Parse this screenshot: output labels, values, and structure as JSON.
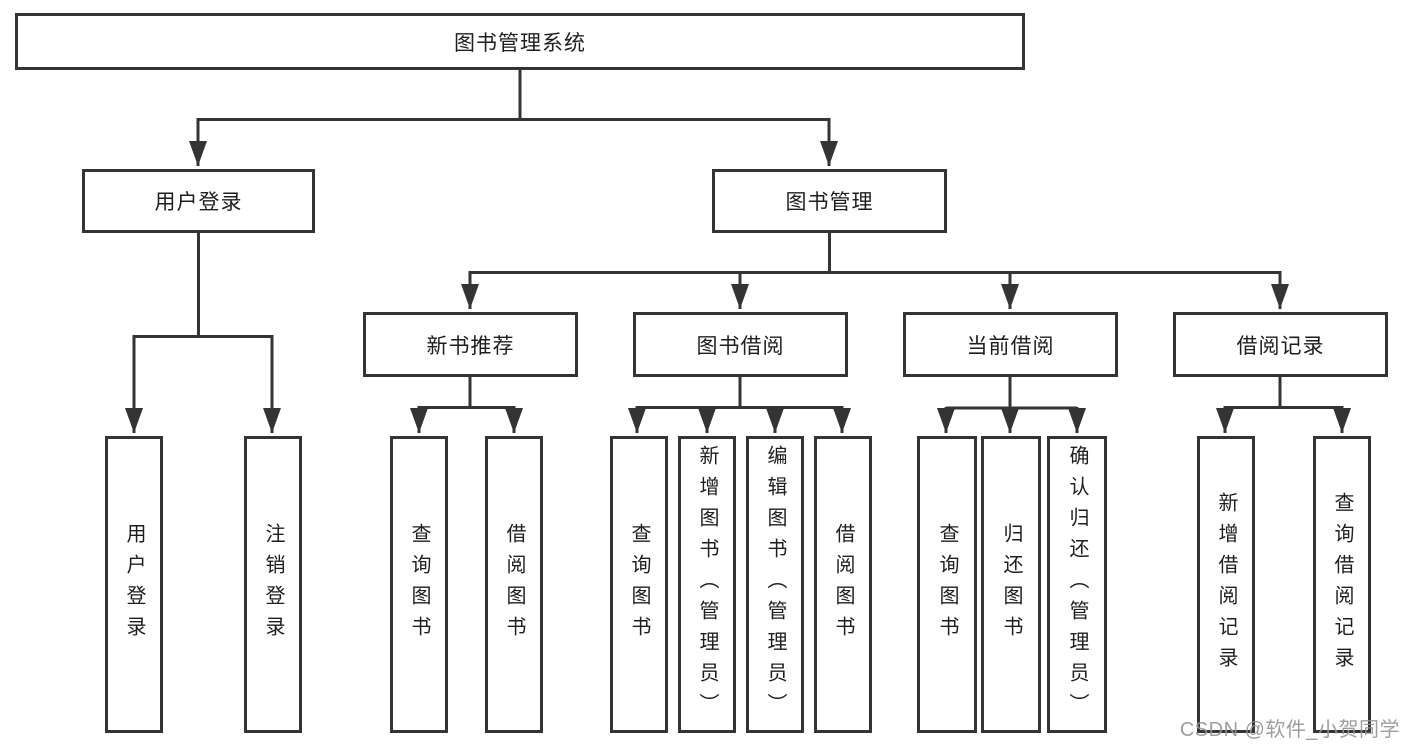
{
  "diagram_title": "图书管理系统",
  "nodes": {
    "root": {
      "label": "图书管理系统",
      "parent": null
    },
    "user_login": {
      "label": "用户登录",
      "parent": "root"
    },
    "book_mgmt": {
      "label": "图书管理",
      "parent": "root"
    },
    "nbr": {
      "label": "新书推荐",
      "parent": "book_mgmt"
    },
    "bb": {
      "label": "图书借阅",
      "parent": "book_mgmt"
    },
    "cb": {
      "label": "当前借阅",
      "parent": "book_mgmt"
    },
    "br": {
      "label": "借阅记录",
      "parent": "book_mgmt"
    },
    "login": {
      "label": "用户登录",
      "parent": "user_login"
    },
    "logout": {
      "label": "注销登录",
      "parent": "user_login"
    },
    "nbr_query": {
      "label": "查询图书",
      "parent": "nbr"
    },
    "nbr_borrow": {
      "label": "借阅图书",
      "parent": "nbr"
    },
    "bb_query": {
      "label": "查询图书",
      "parent": "bb"
    },
    "bb_add": {
      "label": "新增图书（管理员）",
      "parent": "bb"
    },
    "bb_edit": {
      "label": "编辑图书（管理员）",
      "parent": "bb"
    },
    "bb_borrow": {
      "label": "借阅图书",
      "parent": "bb"
    },
    "cb_query": {
      "label": "查询图书",
      "parent": "cb"
    },
    "cb_return": {
      "label": "归还图书",
      "parent": "cb"
    },
    "cb_confirm": {
      "label": "确认归还（管理员）",
      "parent": "cb"
    },
    "br_add": {
      "label": "新增借阅记录",
      "parent": "br"
    },
    "br_query": {
      "label": "查询借阅记录",
      "parent": "br"
    }
  },
  "watermark": {
    "text": "CSDN @软件_小贺同学"
  },
  "colors": {
    "line": "#343434",
    "box_border": "#343434",
    "text": "#1e1e1e",
    "background": "#ffffff",
    "watermark": "#949496"
  }
}
